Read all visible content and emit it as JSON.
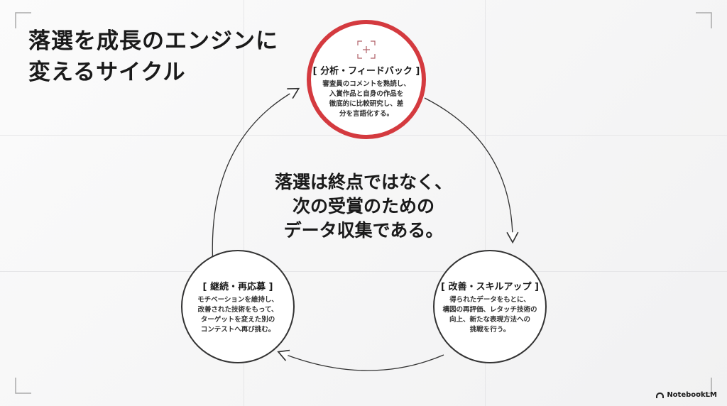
{
  "title_lines": [
    "落選を成長のエンジンに",
    "変えるサイクル"
  ],
  "center_message": [
    "落選は終点ではなく、",
    "次の受賞のための",
    "データ収集である。"
  ],
  "steps": [
    {
      "title": "[ 分析・フィードバック ]",
      "lines": [
        "審査員のコメントを熟読し、",
        "入賞作品と自身の作品を",
        "徹底的に比較研究し、差",
        "分を言語化する。"
      ],
      "icon": "focus-crosshair-icon"
    },
    {
      "title": "[ 改善・スキルアップ ]",
      "lines": [
        "得られたデータをもとに、",
        "構図の再評価、レタッチ技術の",
        "向上、新たな表現方法への",
        "挑戦を行う。"
      ]
    },
    {
      "title": "[ 継続・再応募 ]",
      "lines": [
        "モチベーションを維持し、",
        "改善された技術をもって、",
        "ターゲットを変えた別の",
        "コンテストへ再び挑む。"
      ]
    }
  ],
  "brand": "NotebookLM",
  "colors": {
    "accent": "#d43a3f"
  }
}
